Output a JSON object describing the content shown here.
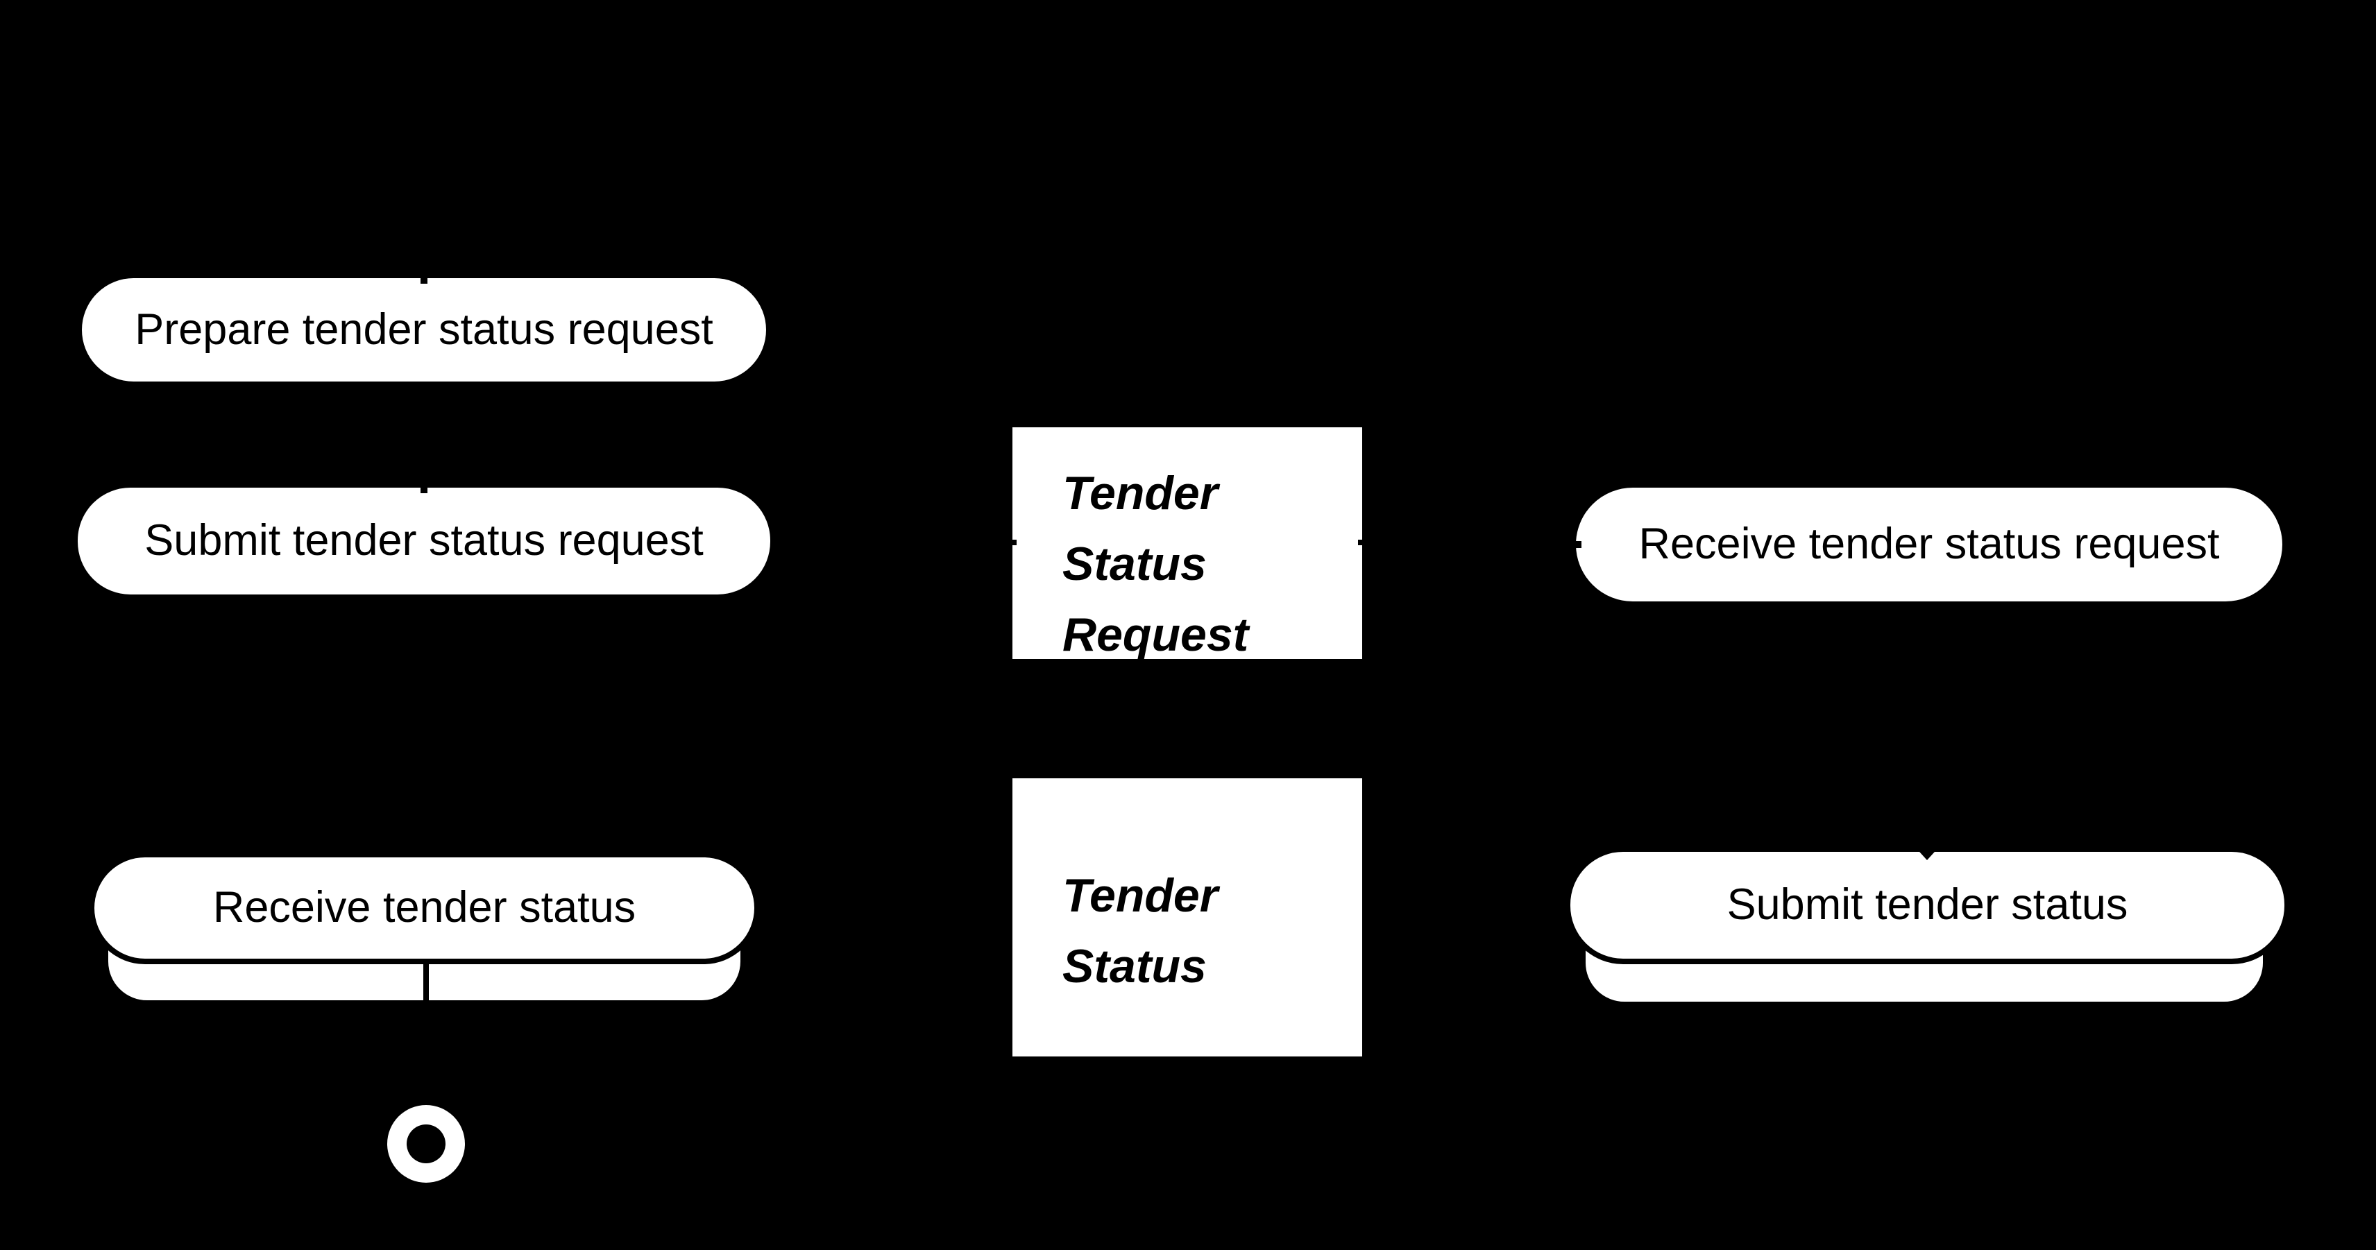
{
  "colors": {
    "background": "#000000",
    "shape_fill": "#ffffff",
    "shape_border": "#000000",
    "text": "#000000"
  },
  "nodes": {
    "prepare_tender_status_request": {
      "type": "task",
      "label": "Prepare tender status request"
    },
    "submit_tender_status_request": {
      "type": "task",
      "label": "Submit tender status request"
    },
    "receive_tender_status": {
      "type": "task-stacked",
      "label": "Receive tender status"
    },
    "tender_status_request": {
      "type": "data-object",
      "label": "Tender Status Request"
    },
    "tender_status": {
      "type": "data-object",
      "label": "Tender Status"
    },
    "receive_tender_status_request": {
      "type": "task",
      "label": "Receive tender status request"
    },
    "submit_tender_status": {
      "type": "task-stacked",
      "label": "Submit tender status"
    },
    "end_event": {
      "type": "end-event",
      "label": ""
    }
  }
}
